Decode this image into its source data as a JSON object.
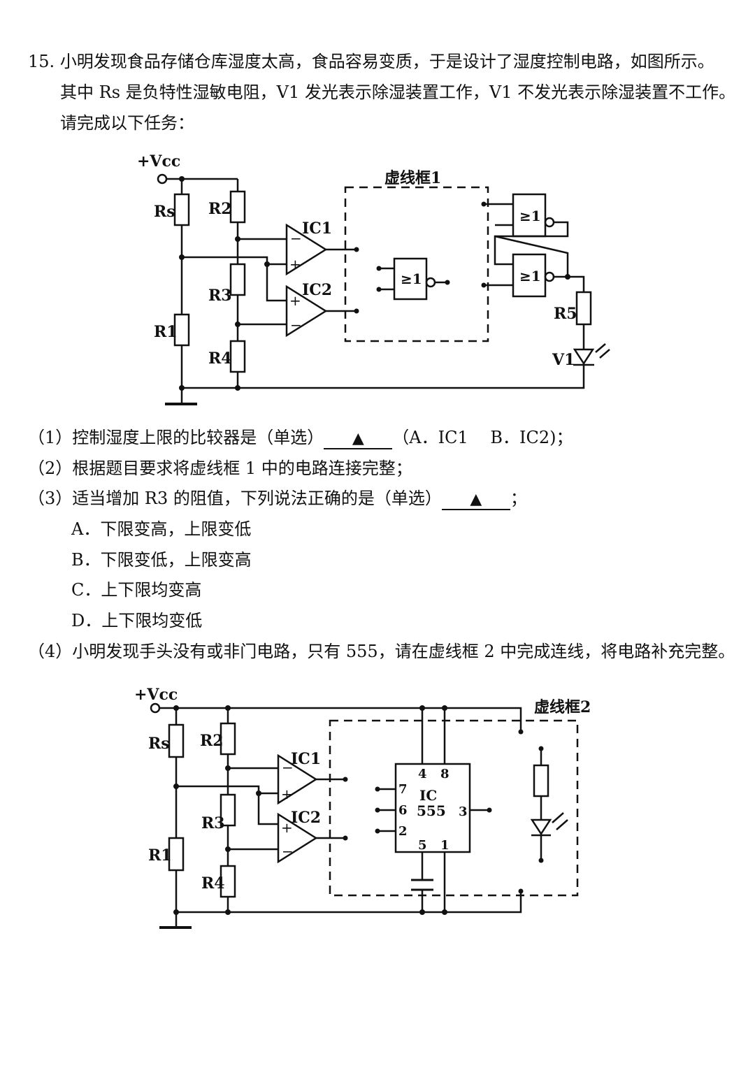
{
  "question": {
    "number": "15.",
    "stem_line1": "小明发现食品存储仓库湿度太高，食品容易变质，于是设计了湿度控制电路，如图所示。",
    "stem_line2": "其中 Rs 是负特性湿敏电阻，V1 发光表示除湿装置工作，V1 不发光表示除湿装置不工作。",
    "stem_line3": "请完成以下任务："
  },
  "figure1": {
    "vcc": "+Vcc",
    "rs": "Rs",
    "r1": "R1",
    "r2": "R2",
    "r3": "R3",
    "r4": "R4",
    "r5": "R5",
    "ic1": "IC1",
    "ic2": "IC2",
    "v1": "V1",
    "box_label": "虚线框1",
    "gate_symbol": "≥1",
    "plus": "+",
    "minus": "−"
  },
  "sub1": {
    "prefix": "（1）控制湿度上限的比较器是（单选）",
    "answer": "▲",
    "suffix": "（A．IC1　 B．IC2)；"
  },
  "sub2": {
    "text": "（2）根据题目要求将虚线框 1 中的电路连接完整；"
  },
  "sub3": {
    "prefix": "（3）适当增加 R3 的阻值，下列说法正确的是（单选）",
    "answer": "▲",
    "suffix": "；"
  },
  "options": {
    "a": "A．下限变高，上限变低",
    "b": "B．下限变低，上限变高",
    "c": "C．上下限均变高",
    "d": "D．上下限均变低"
  },
  "sub4": {
    "text": "（4）小明发现手头没有或非门电路，只有 555，请在虚线框 2 中完成连线，将电路补充完整。"
  },
  "figure2": {
    "vcc": "+Vcc",
    "rs": "Rs",
    "r1": "R1",
    "r2": "R2",
    "r3": "R3",
    "r4": "R4",
    "ic1": "IC1",
    "ic2": "IC2",
    "box_label": "虚线框2",
    "ic_name1": "IC",
    "ic_name2": "555",
    "pin4": "4",
    "pin8": "8",
    "pin7": "7",
    "pin6": "6",
    "pin2": "2",
    "pin3": "3",
    "pin5": "5",
    "pin1": "1",
    "plus": "+",
    "minus": "−"
  }
}
